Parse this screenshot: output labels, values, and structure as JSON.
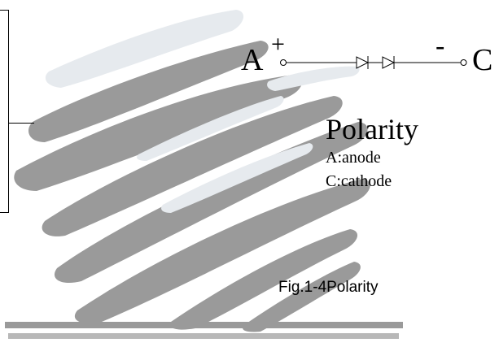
{
  "circuit": {
    "terminal_a": "A",
    "terminal_c": "C",
    "plus_sign": "+",
    "minus_sign": "-"
  },
  "polarity": {
    "title": "Polarity",
    "anode": "A:anode",
    "cathode": "C:cathode"
  },
  "caption": "Fig.1-4Polarity",
  "colors": {
    "shape_dark": "#9a9a9a",
    "shape_light": "#e6eaee",
    "line": "#000000"
  }
}
